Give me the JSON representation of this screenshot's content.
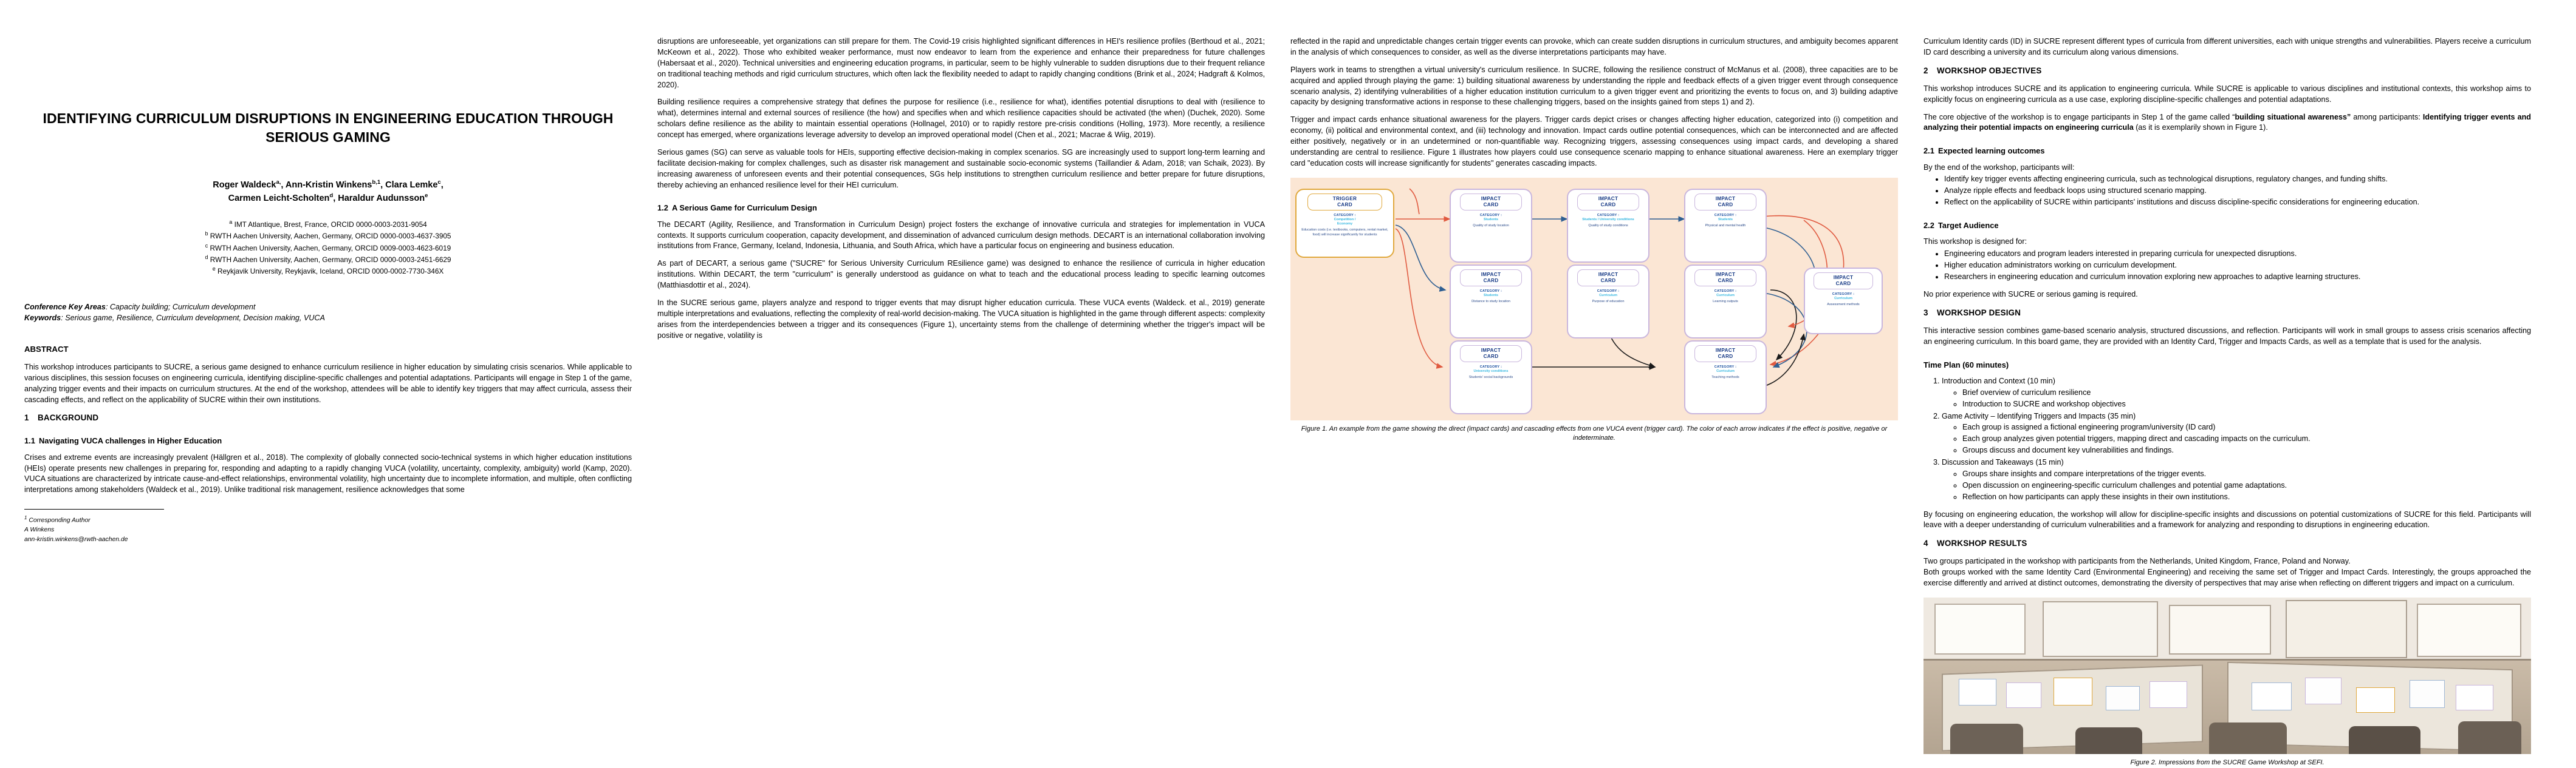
{
  "paper": {
    "title": "IDENTIFYING CURRICULUM DISRUPTIONS IN ENGINEERING EDUCATION THROUGH SERIOUS GAMING",
    "authors_line1": "Roger Waldeck",
    "authors_line1_sup": "a,",
    "authors_line1_b": ", Ann-Kristin Winkens",
    "authors_line1_sup2": "b,1",
    "authors_line1_c": ", Clara Lemke",
    "authors_line1_sup3": "c",
    "authors_line1_end": ",",
    "authors_line2": "Carmen Leicht-Scholten",
    "authors_line2_sup": "d",
    "authors_line2_b": ", Haraldur Audunsson",
    "authors_line2_sup2": "e",
    "affiliations": [
      {
        "mark": "a",
        "text": "IMT Atlantique, Brest, France, ORCID 0000-0003-2031-9054"
      },
      {
        "mark": "b",
        "text": "RWTH Aachen University, Aachen, Germany, ORCID 0000-0003-4637-3905"
      },
      {
        "mark": "c",
        "text": "RWTH Aachen University, Aachen, Germany, ORCID 0009-0003-4623-6019"
      },
      {
        "mark": "d",
        "text": "RWTH Aachen University, Aachen, Germany, ORCID 0000-0003-2451-6629"
      },
      {
        "mark": "e",
        "text": "Reykjavik University, Reykjavik, Iceland, ORCID 0000-0002-7730-346X"
      }
    ],
    "conference_key_areas_label": "Conference Key Areas",
    "conference_key_areas": ": Capacity building; Curriculum development",
    "keywords_label": "Keywords",
    "keywords": ": Serious game, Resilience, Curriculum development, Decision making, VUCA",
    "abstract_heading": "ABSTRACT",
    "abstract": "This workshop introduces participants to SUCRE, a serious game designed to enhance curriculum resilience in higher education by simulating crisis scenarios. While applicable to various disciplines, this session focuses on engineering curricula, identifying discipline-specific challenges and potential adaptations. Participants will engage in Step 1 of the game, analyzing trigger events and their impacts on curriculum structures. At the end of the workshop, attendees will be able to identify key triggers that may affect curricula, assess their cascading effects, and reflect on the applicability of SUCRE within their own institutions.",
    "footnote": {
      "marker": "1",
      "line1": "Corresponding Author",
      "line2": "A Winkens",
      "line3": "ann-kristin.winkens@rwth-aachen.de"
    }
  },
  "sections": {
    "s1_num": "1",
    "s1_title": "BACKGROUND",
    "s11_num": "1.1",
    "s11_title": "Navigating VUCA challenges in Higher Education",
    "s11_p1": "Crises and extreme events are increasingly prevalent (Hällgren et al., 2018). The complexity of globally connected socio-technical systems in which higher education institutions (HEIs) operate presents new challenges in preparing for, responding and adapting to a rapidly changing VUCA (volatility, uncertainty, complexity, ambiguity) world (Kamp, 2020). VUCA situations are characterized by intricate cause-and-effect relationships, environmental volatility, high uncertainty due to incomplete information, and multiple, often conflicting interpretations among stakeholders (Waldeck et al., 2019). Unlike traditional risk management, resilience acknowledges that some",
    "s11_p2": "disruptions are unforeseeable, yet organizations can still prepare for them. The Covid-19 crisis highlighted significant differences in HEI's resilience profiles (Berthoud et al., 2021; McKeown et al., 2022). Those who exhibited weaker performance, must now endeavor to learn from the experience and enhance their preparedness for future challenges (Habersaat et al., 2020). Technical universities and engineering education programs, in particular, seem to be highly vulnerable to sudden disruptions due to their frequent reliance on traditional teaching methods and rigid curriculum structures, which often lack the flexibility needed to adapt to rapidly changing conditions (Brink et al., 2024; Hadgraft & Kolmos, 2020).",
    "s11_p3": "Building resilience requires a comprehensive strategy that defines the purpose for resilience (i.e., resilience for what), identifies potential disruptions to deal with (resilience to what), determines internal and external sources of resilience (the how) and specifies when and which resilience capacities should be activated (the when) (Duchek, 2020). Some scholars define resilience as the ability to maintain essential operations (Hollnagel, 2010) or to rapidly restore pre-crisis conditions (Holling, 1973). More recently, a resilience concept has emerged, where organizations leverage adversity to develop an improved operational model (Chen et al., 2021; Macrae & Wiig, 2019).",
    "s11_p4": "Serious games (SG) can serve as valuable tools for HEIs, supporting effective decision-making in complex scenarios. SG are increasingly used to support long-term learning and facilitate decision-making for complex challenges, such as disaster risk management and sustainable socio-economic systems (Taillandier & Adam, 2018; van Schaik, 2023). By increasing awareness of unforeseen events and their potential consequences, SGs help institutions to strengthen curriculum resilience and better prepare for future disruptions, thereby achieving an enhanced resilience level for their HEI curriculum.",
    "s12_num": "1.2",
    "s12_title": "A Serious Game for Curriculum Design",
    "s12_p1": "The DECART (Agility, Resilience, and Transformation in Curriculum Design) project fosters the exchange of innovative curricula and strategies for implementation in VUCA contexts. It supports curriculum cooperation, capacity development, and dissemination of advanced curriculum design methods. DECART is an international collaboration involving institutions from France, Germany, Iceland, Indonesia, Lithuania, and South Africa, which have a particular focus on engineering and business education.",
    "s12_p2": "As part of DECART, a serious game (\"SUCRE\" for Serious University Curriculum REsilience game) was designed to enhance the resilience of curricula in higher education institutions. Within DECART, the term \"curriculum\" is generally understood as guidance on what to teach and the educational process leading to specific learning outcomes (Matthiasdottir et al., 2024).",
    "s12_p3": "In the SUCRE serious game, players analyze and respond to trigger events that may disrupt higher education curricula. These VUCA events (Waldeck. et al., 2019) generate multiple interpretations and evaluations, reflecting the complexity of real-world decision-making. The VUCA situation is highlighted in the game through different aspects: complexity arises from the interdependencies between a trigger and its consequences (Figure 1), uncertainty stems from the challenge of determining whether the trigger's impact will be positive or negative, volatility is",
    "s12_p4": "reflected in the rapid and unpredictable changes certain trigger events can provoke, which can create sudden disruptions in curriculum structures, and ambiguity becomes apparent in the analysis of which consequences to consider, as well as the diverse interpretations participants may have.",
    "s12_p5": "Players work in teams to strengthen a virtual university's curriculum resilience. In SUCRE, following the resilience construct of McManus et al. (2008), three capacities are to be acquired and applied through playing the game: 1) building situational awareness by understanding the ripple and feedback effects of a given trigger event through consequence scenario analysis, 2) identifying vulnerabilities of a higher education institution curriculum to a given trigger event and prioritizing the events to focus on, and 3) building adaptive capacity by designing transformative actions in response to these challenging triggers, based on the insights gained from steps 1) and 2).",
    "s12_p6": "Trigger and impact cards enhance situational awareness for the players. Trigger cards depict crises or changes affecting higher education, categorized into (i) competition and economy, (ii) political and environmental context, and (iii) technology and innovation. Impact cards outline potential consequences, which can be interconnected and are affected either positively, negatively or in an undetermined or non-quantifiable way. Recognizing triggers, assessing consequences using impact cards, and developing a shared understanding are central to resilience. Figure 1 illustrates how players could use consequence scenario mapping to enhance situational awareness. Here an exemplary trigger card \"education costs will increase significantly for students\" generates cascading impacts.",
    "s12_p7": "Curriculum Identity cards (ID) in SUCRE represent different types of curricula from different universities, each with unique strengths and vulnerabilities. Players receive a curriculum ID card describing a university and its curriculum along various dimensions.",
    "s2_num": "2",
    "s2_title": "WORKSHOP OBJECTIVES",
    "s2_p1": "This workshop introduces SUCRE and its application to engineering curricula. While SUCRE is applicable to various disciplines and institutional contexts, this workshop aims to explicitly focus on engineering curricula as a use case, exploring discipline-specific challenges and potential adaptations.",
    "s2_p2_a": "The core objective of the workshop is to engage participants in Step 1 of the game called “",
    "s2_p2_b1": "building situational awareness”",
    "s2_p2_c": " among participants: ",
    "s2_p2_b2": "Identifying trigger events and analyzing their potential impacts on engineering curricula",
    "s2_p2_d": " (as it is exemplarily shown in Figure 1).",
    "s21_num": "2.1",
    "s21_title": "Expected learning outcomes",
    "s21_lead": "By the end of the workshop, participants will:",
    "s21_bullets": [
      "Identify key trigger events affecting engineering curricula, such as technological disruptions, regulatory changes, and funding shifts.",
      "Analyze ripple effects and feedback loops using structured scenario mapping.",
      "Reflect on the applicability of SUCRE within participants’ institutions and discuss discipline-specific considerations for engineering education."
    ],
    "s22_num": "2.2",
    "s22_title": "Target Audience",
    "s22_lead": "This workshop is designed for:",
    "s22_bullets": [
      "Engineering educators and program leaders interested in preparing curricula for unexpected disruptions.",
      "Higher education administrators working on curriculum development.",
      "Researchers in engineering education and curriculum innovation exploring new approaches to adaptive learning structures."
    ],
    "s22_tail": "No prior experience with SUCRE or serious gaming is required.",
    "s3_num": "3",
    "s3_title": "WORKSHOP DESIGN",
    "s3_p1": "This interactive session combines game-based scenario analysis, structured discussions, and reflection. Participants will work in small groups to assess crisis scenarios affecting an engineering curriculum. In this board game, they are provided with an Identity Card, Trigger and Impacts Cards, as well as a template that is used for the analysis.",
    "timeplan_title": "Time Plan (60 minutes)",
    "timeplan": [
      {
        "label": "Introduction and Context (10 min)",
        "sub": [
          "Brief overview of curriculum resilience",
          "Introduction to SUCRE and workshop objectives"
        ]
      },
      {
        "label": "Game Activity – Identifying Triggers and Impacts (35 min)",
        "sub": [
          "Each group is assigned a fictional engineering program/university (ID card)",
          "Each group analyzes given potential triggers, mapping direct and cascading impacts on the curriculum.",
          "Groups discuss and document key vulnerabilities and findings."
        ]
      },
      {
        "label": "Discussion and Takeaways (15 min)",
        "sub": [
          "Groups share insights and compare interpretations of the trigger events.",
          "Open discussion on engineering-specific curriculum challenges and potential game adaptations.",
          "Reflection on how participants can apply these insights in their own institutions."
        ]
      }
    ],
    "s3_p2": "By focusing on engineering education, the workshop will allow for discipline-specific insights and discussions on potential customizations of SUCRE for this field. Participants will leave with a deeper understanding of curriculum vulnerabilities and a framework for analyzing and responding to disruptions in engineering education.",
    "s4_num": "4",
    "s4_title": "WORKSHOP RESULTS",
    "s4_p1": "Two groups participated in the workshop with participants from the Netherlands, United Kingdom, France, Poland and Norway.",
    "s4_p2": "Both groups worked with the same Identity Card (Environmental Engineering) and receiving the same set of Trigger and Impact Cards. Interestingly, the groups approached the exercise differently and arrived at distinct outcomes, demonstrating the diversity of perspectives that may arise when reflecting on different triggers and impact on a curriculum."
  },
  "figure1": {
    "caption": "Figure 1. An example from the game showing the direct (impact cards) and cascading effects from one VUCA event (trigger card). The color of each arrow indicates if the effect is positive, negative or indeterminate.",
    "category_label": "CATEGORY :",
    "trigger_label": "TRIGGER CARD",
    "impact_label": "IMPACT CARD",
    "trigger": {
      "title": "TRIGGER\nCARD",
      "category": "Competition /\nEconomy",
      "desc": "Education costs (i.e. textbooks, computers, rental market, food) will increase significantly for students"
    },
    "impacts": [
      {
        "title": "IMPACT\nCARD",
        "category": "Students",
        "desc": "Quality of study location"
      },
      {
        "title": "IMPACT\nCARD",
        "category": "Students / University conditions",
        "desc": "Quality of study conditions"
      },
      {
        "title": "IMPACT\nCARD",
        "category": "Students",
        "desc": "Physical and mental health"
      },
      {
        "title": "IMPACT\nCARD",
        "category": "Students",
        "desc": "Distance to study location"
      },
      {
        "title": "IMPACT\nCARD",
        "category": "Curriculum",
        "desc": "Purpose of education"
      },
      {
        "title": "IMPACT\nCARD",
        "category": "Curriculum",
        "desc": "Learning outputs"
      },
      {
        "title": "IMPACT\nCARD",
        "category": "University conditions",
        "desc": "Students' social backgrounds"
      },
      {
        "title": "IMPACT\nCARD",
        "category": "Curriculum",
        "desc": "Teaching methods"
      },
      {
        "title": "IMPACT\nCARD",
        "category": "Curriculum",
        "desc": "Assessment methods"
      }
    ],
    "colors": {
      "background": "#fbe6d4",
      "trigger_border": "#e0a83c",
      "impact_border": "#c9b6dd",
      "arrow_positive": "#e05a40",
      "arrow_negative": "#2f5f92",
      "arrow_indeterminate": "#1a1a1a",
      "title_text": "#173a86",
      "category_text": "#35b7e0"
    }
  },
  "figure2": {
    "caption": "Figure 2. Impressions from the SUCRE Game Workshop at SEFI."
  }
}
